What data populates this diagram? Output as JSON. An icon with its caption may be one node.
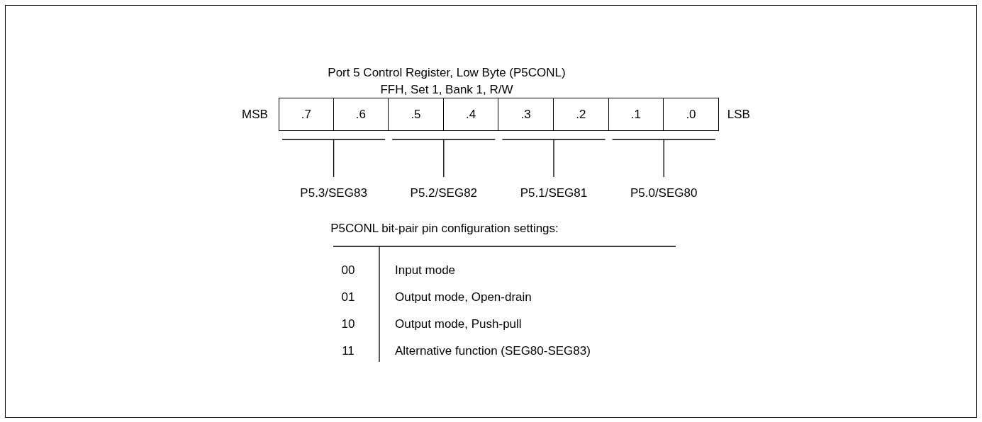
{
  "diagram": {
    "title": "Port 5 Control Register, Low Byte (P5CONL)",
    "nodes": [
      {
        "text": [
          ".7"
        ]
      },
      {
        "text": [
          ".6"
        ]
      },
      {
        "text": [
          ".5"
        ]
      },
      {
        "text": [
          ".4"
        ]
      },
      {
        "text": [
          ".3"
        ]
      },
      {
        "text": [
          ".2"
        ]
      },
      {
        "text": [
          ".1"
        ]
      },
      {
        "text": [
          ".0"
        ]
      }
    ],
    "labels": [
      "FFH, Set 1, Bank 1, R/W",
      "MSB",
      "LSB",
      "P5.3/SEG83",
      "P5.2/SEG82",
      "P5.1/SEG81",
      "P5.0/SEG80",
      "P5CONL bit-pair pin configuration settings:",
      "00",
      "Input mode",
      "01",
      "Output mode, Open-drain",
      "10",
      "Output mode, Push-pull",
      "11",
      "Alternative function (SEG80-SEG83)"
    ]
  }
}
